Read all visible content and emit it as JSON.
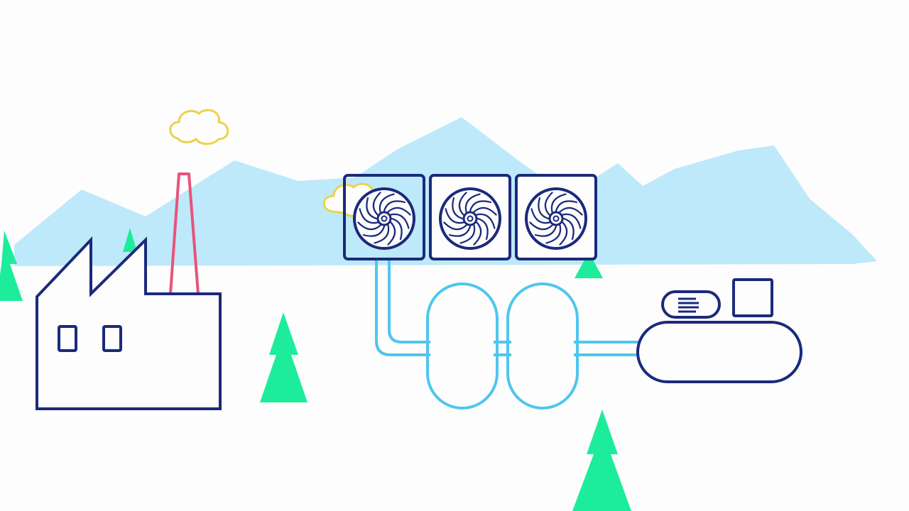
{
  "scene": {
    "colors": {
      "background": "#fdfdfd",
      "mountain": "#bde9fa",
      "navy": "#1b2a7a",
      "pipe": "#4fc6ee",
      "tree": "#1ded9a",
      "chimney": "#e8537a",
      "cloud": "#ecd24a"
    },
    "elements": {
      "factory": "factory-icon",
      "chimney": "chimney-icon",
      "clouds": "cloud-icon",
      "fans": "cooling-fan-icon",
      "tanks": "storage-tank-icon",
      "machine": "compressor-unit-icon",
      "trees": "pine-tree-icon",
      "mountains": "mountain-range"
    },
    "fan_count": 3,
    "tank_count": 2
  }
}
